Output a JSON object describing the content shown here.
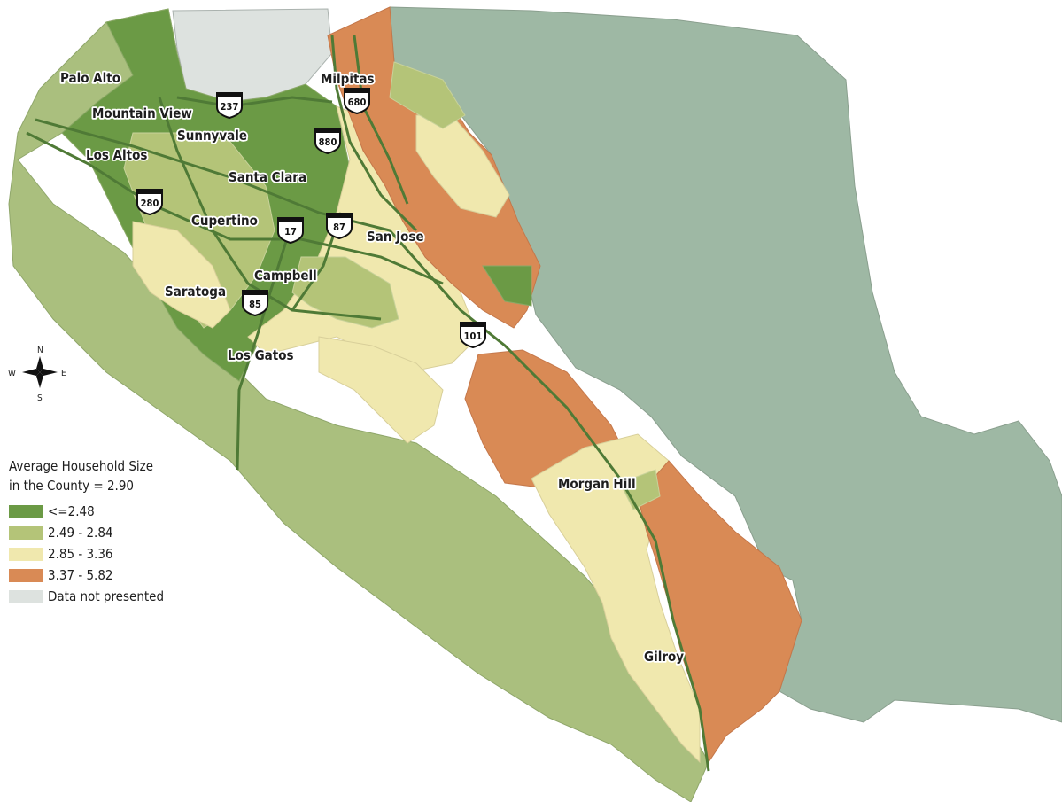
{
  "legend": {
    "title_line1": "Average Household Size",
    "title_line2": "in the County = 2.90",
    "classes": [
      {
        "label": "<=2.48",
        "color": "#6b9a45"
      },
      {
        "label": "2.49 - 2.84",
        "color": "#b4c478"
      },
      {
        "label": "2.85 - 3.36",
        "color": "#f0e8ae"
      },
      {
        "label": "3.37 - 5.82",
        "color": "#d98a55"
      },
      {
        "label": "Data not presented",
        "color": "#dde2df"
      }
    ]
  },
  "compass": {
    "n": "N",
    "s": "S",
    "e": "E",
    "w": "W"
  },
  "places": [
    "Palo Alto",
    "Mountain View",
    "Sunnyvale",
    "Los Altos",
    "Santa Clara",
    "Cupertino",
    "San Jose",
    "Campbell",
    "Saratoga",
    "Los Gatos",
    "Milpitas",
    "Morgan Hill",
    "Gilroy"
  ],
  "highways": [
    "237",
    "680",
    "880",
    "280",
    "17",
    "87",
    "85",
    "101"
  ],
  "colors": {
    "foothill": "#aabf7e",
    "east_hills": "#9eb8a4",
    "road": "#4f7a36"
  }
}
